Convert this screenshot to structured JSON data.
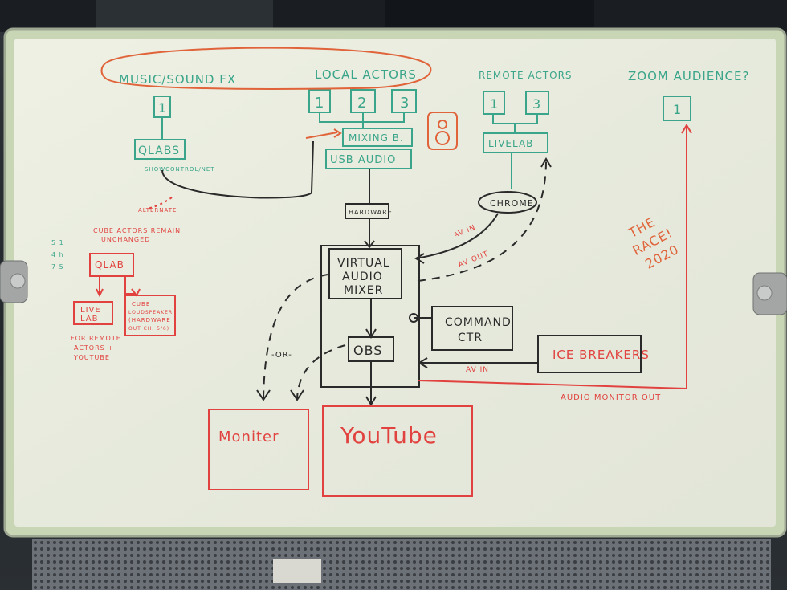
{
  "colors": {
    "green": "#3aa58a",
    "red": "#e2423f",
    "orange": "#e0633a",
    "black": "#2a2a2a",
    "board": "#e9ecdf",
    "frame": "#c8d6b5"
  },
  "top_labels": {
    "music": "MUSIC/SOUND FX",
    "local": "LOCAL ACTORS",
    "remote": "REMOTE ACTORS",
    "zoom": "ZOOM AUDIENCE?"
  },
  "numbers": {
    "music_1": "1",
    "local_1": "1",
    "local_2": "2",
    "local_3": "3",
    "remote_1": "1",
    "remote_3": "3",
    "zoom_1": "1"
  },
  "green_boxes": {
    "qlabs": "QLABS",
    "qlabs_sub": "SHOWCONTROL/NET",
    "mixing": "MIXING B.",
    "usb": "USB AUDIO",
    "livelab": "LIVELAB",
    "chrome": "CHROME"
  },
  "black_boxes": {
    "hardware": "HARDWARE",
    "virtual1": "VIRTUAL",
    "virtual2": "AUDIO",
    "virtual3": "MIXER",
    "command1": "COMMAND",
    "command2": "CTR",
    "obs": "OBS",
    "or": "-OR-"
  },
  "red_notes": {
    "alternate": "ALTERNATE",
    "cube1": "CUBE ACTORS REMAIN",
    "cube2": "UNCHANGED",
    "qlab": "QLAB",
    "live": "LIVE",
    "lab": "LAB",
    "remote1": "FOR REMOTE",
    "remote2": "ACTORS +",
    "remote3": "YOUTUBE",
    "loud1": "CUBE",
    "loud2": "LOUDSPEAKER",
    "loud3": "(HARDWARE",
    "loud4": "OUT CH. 5/6)",
    "side1": "5 1",
    "side2": "4 h",
    "side3": "7 5",
    "av_in": "AV IN",
    "av_out": "AV OUT",
    "av_in2": "AV IN",
    "icebreakers": "ICE BREAKERS",
    "audio_monitor": "AUDIO MONITOR OUT",
    "monitor": "Moniter",
    "youtube": "YouTube",
    "race1": "THE",
    "race2": "RACE!",
    "race3": "2020"
  }
}
